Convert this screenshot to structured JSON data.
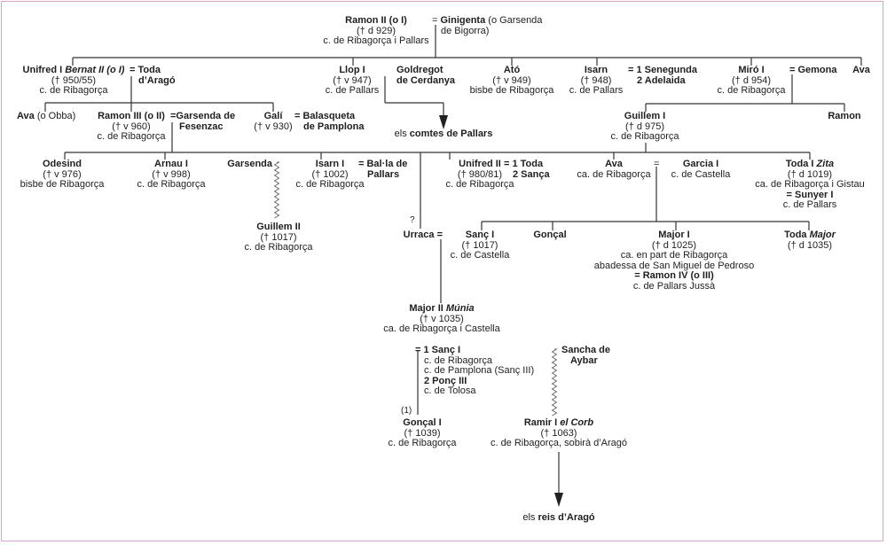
{
  "colors": {
    "lines": "#333333",
    "frame": "#d7a2c9"
  },
  "nodes": {
    "ramon2": [
      [
        {
          "t": "Ramon II (o I)",
          "s": "b"
        }
      ],
      [
        {
          "t": "(† d 929)"
        }
      ],
      [
        {
          "t": "c. de Ribagorça i Pallars"
        }
      ]
    ],
    "ginigenta": [
      [
        {
          "t": "= "
        },
        {
          "t": "Ginigenta",
          "s": "b"
        },
        {
          "t": " (o Garsenda"
        }
      ],
      [
        {
          "t": "de Bigorra)"
        }
      ]
    ],
    "unifred1": [
      [
        {
          "t": "Unifred I ",
          "s": "b"
        },
        {
          "t": "Bernat II (o I)",
          "s": "bi"
        }
      ],
      [
        {
          "t": "(† 950/55)"
        }
      ],
      [
        {
          "t": "c. de Ribagorça"
        }
      ]
    ],
    "toda_arago": [
      [
        {
          "t": "= Toda",
          "s": "b"
        }
      ],
      [
        {
          "t": "d’Aragó",
          "s": "b"
        }
      ]
    ],
    "llop1": [
      [
        {
          "t": "Llop I",
          "s": "b"
        }
      ],
      [
        {
          "t": "(† v 947)"
        }
      ],
      [
        {
          "t": "c. de Pallars"
        }
      ]
    ],
    "goldregot": [
      [
        {
          "t": "Goldregot",
          "s": "b"
        }
      ],
      [
        {
          "t": "de Cerdanya",
          "s": "b"
        }
      ]
    ],
    "comtes_pallars": [
      [
        {
          "t": "els "
        },
        {
          "t": "comtes de Pallars",
          "s": "b"
        }
      ]
    ],
    "ato": [
      [
        {
          "t": "Ató",
          "s": "b"
        }
      ],
      [
        {
          "t": "(† v 949)"
        }
      ],
      [
        {
          "t": "bisbe de Ribagorça"
        }
      ]
    ],
    "isarn": [
      [
        {
          "t": "Isarn",
          "s": "b"
        }
      ],
      [
        {
          "t": "(† 948)"
        }
      ],
      [
        {
          "t": "c. de Pallars"
        }
      ]
    ],
    "senegunda": [
      [
        {
          "t": "= 1 Senegunda",
          "s": "b"
        }
      ],
      [
        {
          "t": "2 Adelaida",
          "s": "b"
        }
      ]
    ],
    "miro1": [
      [
        {
          "t": "Miró I",
          "s": "b"
        }
      ],
      [
        {
          "t": "(† d 954)"
        }
      ],
      [
        {
          "t": "c. de Ribagorça"
        }
      ]
    ],
    "gemona": [
      [
        {
          "t": "= Gemona",
          "s": "b"
        }
      ]
    ],
    "ava_top": [
      [
        {
          "t": "Ava",
          "s": "b"
        }
      ]
    ],
    "ava_obba": [
      [
        {
          "t": "Ava",
          "s": "b"
        },
        {
          "t": " (o Obba)"
        }
      ]
    ],
    "ramon3": [
      [
        {
          "t": "Ramon III (o II)",
          "s": "b"
        }
      ],
      [
        {
          "t": "(† v 960)"
        }
      ],
      [
        {
          "t": "c. de Ribagorça"
        }
      ]
    ],
    "garsenda_fesenzac": [
      [
        {
          "t": "=Garsenda de",
          "s": "b"
        }
      ],
      [
        {
          "t": "Fesenzac",
          "s": "b"
        }
      ]
    ],
    "gali": [
      [
        {
          "t": "Galí",
          "s": "b"
        }
      ],
      [
        {
          "t": "(† v 930)"
        }
      ]
    ],
    "balasqueta": [
      [
        {
          "t": "= Balasqueta",
          "s": "b"
        }
      ],
      [
        {
          "t": "de Pamplona",
          "s": "b"
        }
      ]
    ],
    "guillem1": [
      [
        {
          "t": "Guillem I",
          "s": "b"
        }
      ],
      [
        {
          "t": "(† d 975)"
        }
      ],
      [
        {
          "t": "c. de Ribagorça"
        }
      ]
    ],
    "ramon_miro": [
      [
        {
          "t": "Ramon",
          "s": "b"
        }
      ]
    ],
    "odesind": [
      [
        {
          "t": "Odesind",
          "s": "b"
        }
      ],
      [
        {
          "t": "(† v 976)"
        }
      ],
      [
        {
          "t": "bisbe de Ribagorça"
        }
      ]
    ],
    "arnau1": [
      [
        {
          "t": "Arnau I",
          "s": "b"
        }
      ],
      [
        {
          "t": "(† v 998)"
        }
      ],
      [
        {
          "t": "c. de Ribagorça"
        }
      ]
    ],
    "garsenda": [
      [
        {
          "t": "Garsenda",
          "s": "b"
        }
      ]
    ],
    "isarn1": [
      [
        {
          "t": "Isarn I",
          "s": "b"
        }
      ],
      [
        {
          "t": "(† 1002)"
        }
      ],
      [
        {
          "t": "c. de Ribagorça"
        }
      ]
    ],
    "balla": [
      [
        {
          "t": "= Bal·la de",
          "s": "b"
        }
      ],
      [
        {
          "t": "Pallars",
          "s": "b"
        }
      ]
    ],
    "unifred2": [
      [
        {
          "t": "Unifred II",
          "s": "b"
        }
      ],
      [
        {
          "t": "(† 980/81)"
        }
      ],
      [
        {
          "t": "c. de Ribagorça"
        }
      ]
    ],
    "toda_sanca": [
      [
        {
          "t": "= 1 Toda",
          "s": "b"
        }
      ],
      [
        {
          "t": "2 Sança",
          "s": "b"
        }
      ]
    ],
    "ava_castella": [
      [
        {
          "t": "Ava",
          "s": "b"
        }
      ],
      [
        {
          "t": "ca. de Ribagorça"
        }
      ]
    ],
    "eq_ava": [
      [
        {
          "t": "="
        }
      ]
    ],
    "garcia1": [
      [
        {
          "t": "Garcia I",
          "s": "b"
        }
      ],
      [
        {
          "t": "c. de Castella"
        }
      ]
    ],
    "toda_zita": [
      [
        {
          "t": "Toda I ",
          "s": "b"
        },
        {
          "t": "Zita",
          "s": "bi"
        }
      ],
      [
        {
          "t": "(† d 1019)"
        }
      ],
      [
        {
          "t": "ca. de Ribagorça i Gistau"
        }
      ],
      [
        {
          "t": "= Sunyer I",
          "s": "b"
        }
      ],
      [
        {
          "t": "c. de Pallars"
        }
      ]
    ],
    "guillem2": [
      [
        {
          "t": "Guillem II",
          "s": "b"
        }
      ],
      [
        {
          "t": "(† 1017)"
        }
      ],
      [
        {
          "t": "c. de Ribagorça"
        }
      ]
    ],
    "urraca": [
      [
        {
          "t": "Urraca =",
          "s": "b"
        }
      ]
    ],
    "sanc1_castella": [
      [
        {
          "t": "Sanç I",
          "s": "b"
        }
      ],
      [
        {
          "t": "(† 1017)"
        }
      ],
      [
        {
          "t": "c. de Castella"
        }
      ]
    ],
    "goncal": [
      [
        {
          "t": "Gonçal",
          "s": "b"
        }
      ]
    ],
    "major1": [
      [
        {
          "t": "Major I",
          "s": "b"
        }
      ],
      [
        {
          "t": "(† d 1025)"
        }
      ],
      [
        {
          "t": "ca. en part de Ribagorça"
        }
      ],
      [
        {
          "t": "abadessa de San Miguel de Pedroso"
        }
      ],
      [
        {
          "t": "= Ramon IV (o III)",
          "s": "b"
        }
      ],
      [
        {
          "t": "c. de Pallars Jussà"
        }
      ]
    ],
    "toda_major": [
      [
        {
          "t": "Toda ",
          "s": "b"
        },
        {
          "t": "Major",
          "s": "bi"
        }
      ],
      [
        {
          "t": "(† d 1035)"
        }
      ]
    ],
    "major2": [
      [
        {
          "t": "Major II ",
          "s": "b"
        },
        {
          "t": "Múnia",
          "s": "bi"
        }
      ],
      [
        {
          "t": "(† v 1035)"
        }
      ],
      [
        {
          "t": "ca. de Ribagorça i Castella"
        }
      ]
    ],
    "spouses_major2": [
      [
        {
          "t": "= 1 Sanç I",
          "s": "b"
        }
      ],
      [
        {
          "t": "c. de Ribagorça"
        }
      ],
      [
        {
          "t": "c. de Pamplona (Sanç III)"
        }
      ],
      [
        {
          "t": "2 Ponç III",
          "s": "b"
        }
      ],
      [
        {
          "t": "c. de Tolosa"
        }
      ]
    ],
    "sancha": [
      [
        {
          "t": "Sancha de",
          "s": "b"
        }
      ],
      [
        {
          "t": "Aybar",
          "s": "b"
        }
      ]
    ],
    "goncal1": [
      [
        {
          "t": "Gonçal I",
          "s": "b"
        }
      ],
      [
        {
          "t": "(† 1039)"
        }
      ],
      [
        {
          "t": "c. de Ribagorça"
        }
      ]
    ],
    "ramir1": [
      [
        {
          "t": "Ramir I ",
          "s": "b"
        },
        {
          "t": "el Corb",
          "s": "bi"
        }
      ],
      [
        {
          "t": "(† 1063)"
        }
      ],
      [
        {
          "t": "c. de Ribagorça, sobirà d’Aragó"
        }
      ]
    ],
    "reis_arago": [
      [
        {
          "t": "els "
        },
        {
          "t": "reis d’Aragó",
          "s": "b"
        }
      ]
    ]
  },
  "marks": {
    "uncertain": "?",
    "first_marriage": "(1)"
  }
}
